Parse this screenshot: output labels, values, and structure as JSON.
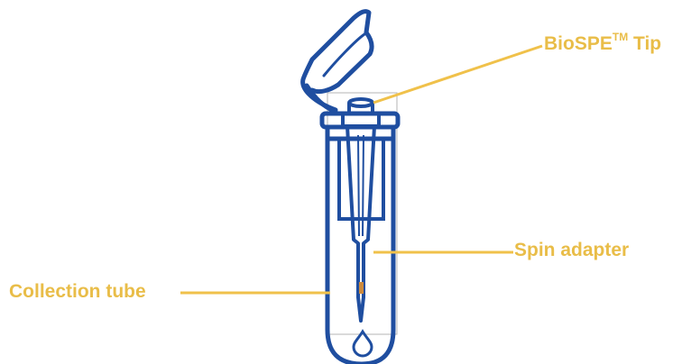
{
  "diagram": {
    "labels": {
      "biospe_tip": {
        "main": "BioSPE",
        "superscript": "TM",
        "suffix": " Tip"
      },
      "spin_adapter": "Spin adapter",
      "collection_tube": "Collection tube"
    },
    "colors": {
      "outline": "#1f4ea0",
      "label_text": "#e9bd48",
      "leader_line": "#f0c14a",
      "box_border": "#b5b5b5",
      "resin": "#cd8a3c"
    }
  }
}
